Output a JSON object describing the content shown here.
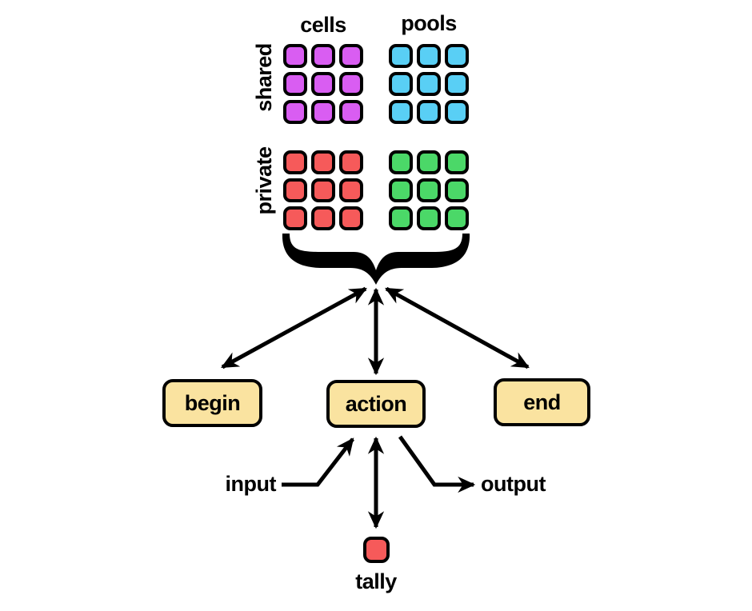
{
  "diagram": {
    "background": "#ffffff",
    "line_color": "#000000",
    "column_labels": [
      {
        "id": "cells",
        "label": "cells"
      },
      {
        "id": "pools",
        "label": "pools"
      }
    ],
    "row_labels": [
      {
        "id": "shared",
        "label": "shared"
      },
      {
        "id": "private",
        "label": "private"
      }
    ],
    "grids": [
      {
        "id": "shared-cells",
        "row": "shared",
        "col": "cells",
        "rows": 3,
        "cols": 3,
        "color": "#d95df2"
      },
      {
        "id": "shared-pools",
        "row": "shared",
        "col": "pools",
        "rows": 3,
        "cols": 3,
        "color": "#59cff5"
      },
      {
        "id": "private-cells",
        "row": "private",
        "col": "cells",
        "rows": 3,
        "cols": 3,
        "color": "#f65a5a"
      },
      {
        "id": "private-pools",
        "row": "private",
        "col": "pools",
        "rows": 3,
        "cols": 3,
        "color": "#4bd868"
      }
    ],
    "node_fill": "#fae3a0",
    "nodes": [
      {
        "id": "begin",
        "label": "begin"
      },
      {
        "id": "action",
        "label": "action"
      },
      {
        "id": "end",
        "label": "end"
      }
    ],
    "io": {
      "input_label": "input",
      "output_label": "output"
    },
    "tally": {
      "label": "tally",
      "color": "#f65a5a"
    }
  }
}
